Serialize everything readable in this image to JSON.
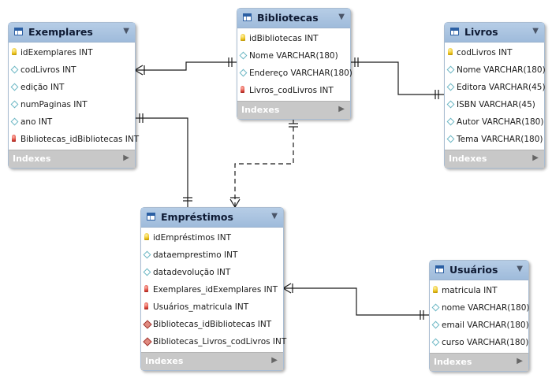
{
  "tables": {
    "exemplares": {
      "name": "Exemplares",
      "columns": [
        {
          "text": "idExemplares INT",
          "icon": "primary-key-icon"
        },
        {
          "text": "codLivros INT",
          "icon": "column-icon"
        },
        {
          "text": "edição INT",
          "icon": "column-icon"
        },
        {
          "text": "numPaginas INT",
          "icon": "column-icon"
        },
        {
          "text": "ano INT",
          "icon": "column-icon"
        },
        {
          "text": "Bibliotecas_idBibliotecas INT",
          "icon": "foreign-key-icon"
        }
      ],
      "indexes": "Indexes"
    },
    "bibliotecas": {
      "name": "Bibliotecas",
      "columns": [
        {
          "text": "idBibliotecas INT",
          "icon": "primary-key-icon"
        },
        {
          "text": "Nome VARCHAR(180)",
          "icon": "column-icon"
        },
        {
          "text": "Endereço VARCHAR(180)",
          "icon": "column-icon"
        },
        {
          "text": "Livros_codLivros INT",
          "icon": "foreign-key-icon"
        }
      ],
      "indexes": "Indexes"
    },
    "livros": {
      "name": "Livros",
      "columns": [
        {
          "text": "codLivros INT",
          "icon": "primary-key-icon"
        },
        {
          "text": "Nome VARCHAR(180)",
          "icon": "column-icon"
        },
        {
          "text": "Editora VARCHAR(45)",
          "icon": "column-icon"
        },
        {
          "text": "ISBN VARCHAR(45)",
          "icon": "column-icon"
        },
        {
          "text": "Autor VARCHAR(180)",
          "icon": "column-icon"
        },
        {
          "text": "Tema VARCHAR(180)",
          "icon": "column-icon"
        }
      ],
      "indexes": "Indexes"
    },
    "emprestimos": {
      "name": "Empréstimos",
      "columns": [
        {
          "text": "idEmpréstimos INT",
          "icon": "primary-key-icon"
        },
        {
          "text": "dataemprestimo INT",
          "icon": "column-icon"
        },
        {
          "text": "datadevolução INT",
          "icon": "column-icon"
        },
        {
          "text": "Exemplares_idExemplares INT",
          "icon": "foreign-key-icon"
        },
        {
          "text": "Usuários_matricula INT",
          "icon": "foreign-key-icon"
        },
        {
          "text": "Bibliotecas_idBibliotecas INT",
          "icon": "foreign-key-diamond-icon"
        },
        {
          "text": "Bibliotecas_Livros_codLivros INT",
          "icon": "foreign-key-diamond-icon"
        }
      ],
      "indexes": "Indexes"
    },
    "usuarios": {
      "name": "Usuários",
      "columns": [
        {
          "text": "matricula INT",
          "icon": "primary-key-icon"
        },
        {
          "text": "nome VARCHAR(180)",
          "icon": "column-icon"
        },
        {
          "text": "email VARCHAR(180)",
          "icon": "column-icon"
        },
        {
          "text": "curso VARCHAR(180)",
          "icon": "column-icon"
        }
      ],
      "indexes": "Indexes"
    }
  },
  "relationships": [
    {
      "from": "bibliotecas",
      "to": "exemplares",
      "style": "solid",
      "from_end": "one",
      "to_end": "many"
    },
    {
      "from": "livros",
      "to": "bibliotecas",
      "style": "solid",
      "from_end": "one",
      "to_end": "one"
    },
    {
      "from": "exemplares",
      "to": "emprestimos",
      "style": "solid",
      "from_end": "one",
      "to_end": "one"
    },
    {
      "from": "bibliotecas",
      "to": "emprestimos",
      "style": "dashed",
      "from_end": "one",
      "to_end": "many"
    },
    {
      "from": "usuarios",
      "to": "emprestimos",
      "style": "solid",
      "from_end": "one",
      "to_end": "many"
    }
  ],
  "colors": {
    "header": "#a9c4e2",
    "indexes_bar": "#c8c8c8",
    "line": "#1a1a1a",
    "primary_key": "#e9bf17",
    "foreign_key": "#d9453b"
  }
}
